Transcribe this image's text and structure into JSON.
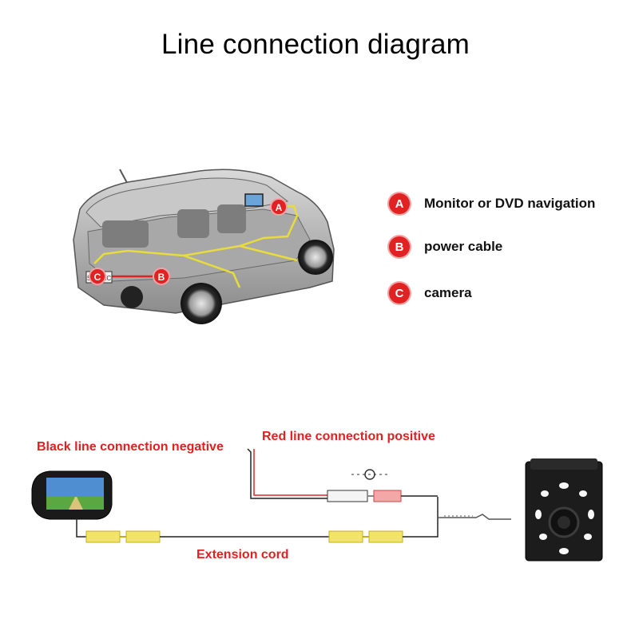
{
  "title": "Line connection diagram",
  "legend": [
    {
      "badge": "A",
      "text": "Monitor or DVD navigation"
    },
    {
      "badge": "B",
      "text": "power cable"
    },
    {
      "badge": "C",
      "text": "camera"
    }
  ],
  "car_markers": {
    "a": "A",
    "b": "B",
    "c": "C"
  },
  "plate_text": "SCENIC",
  "wiring": {
    "black_line": "Black line connection negative",
    "red_line": "Red line connection positive",
    "extension": "Extension cord"
  },
  "colors": {
    "badge": "#e02222",
    "label": "#e32020",
    "cable_yellow": "#e8dc3c",
    "connector_yellow": "#f2e46a",
    "connector_red": "#f3a7a7"
  }
}
